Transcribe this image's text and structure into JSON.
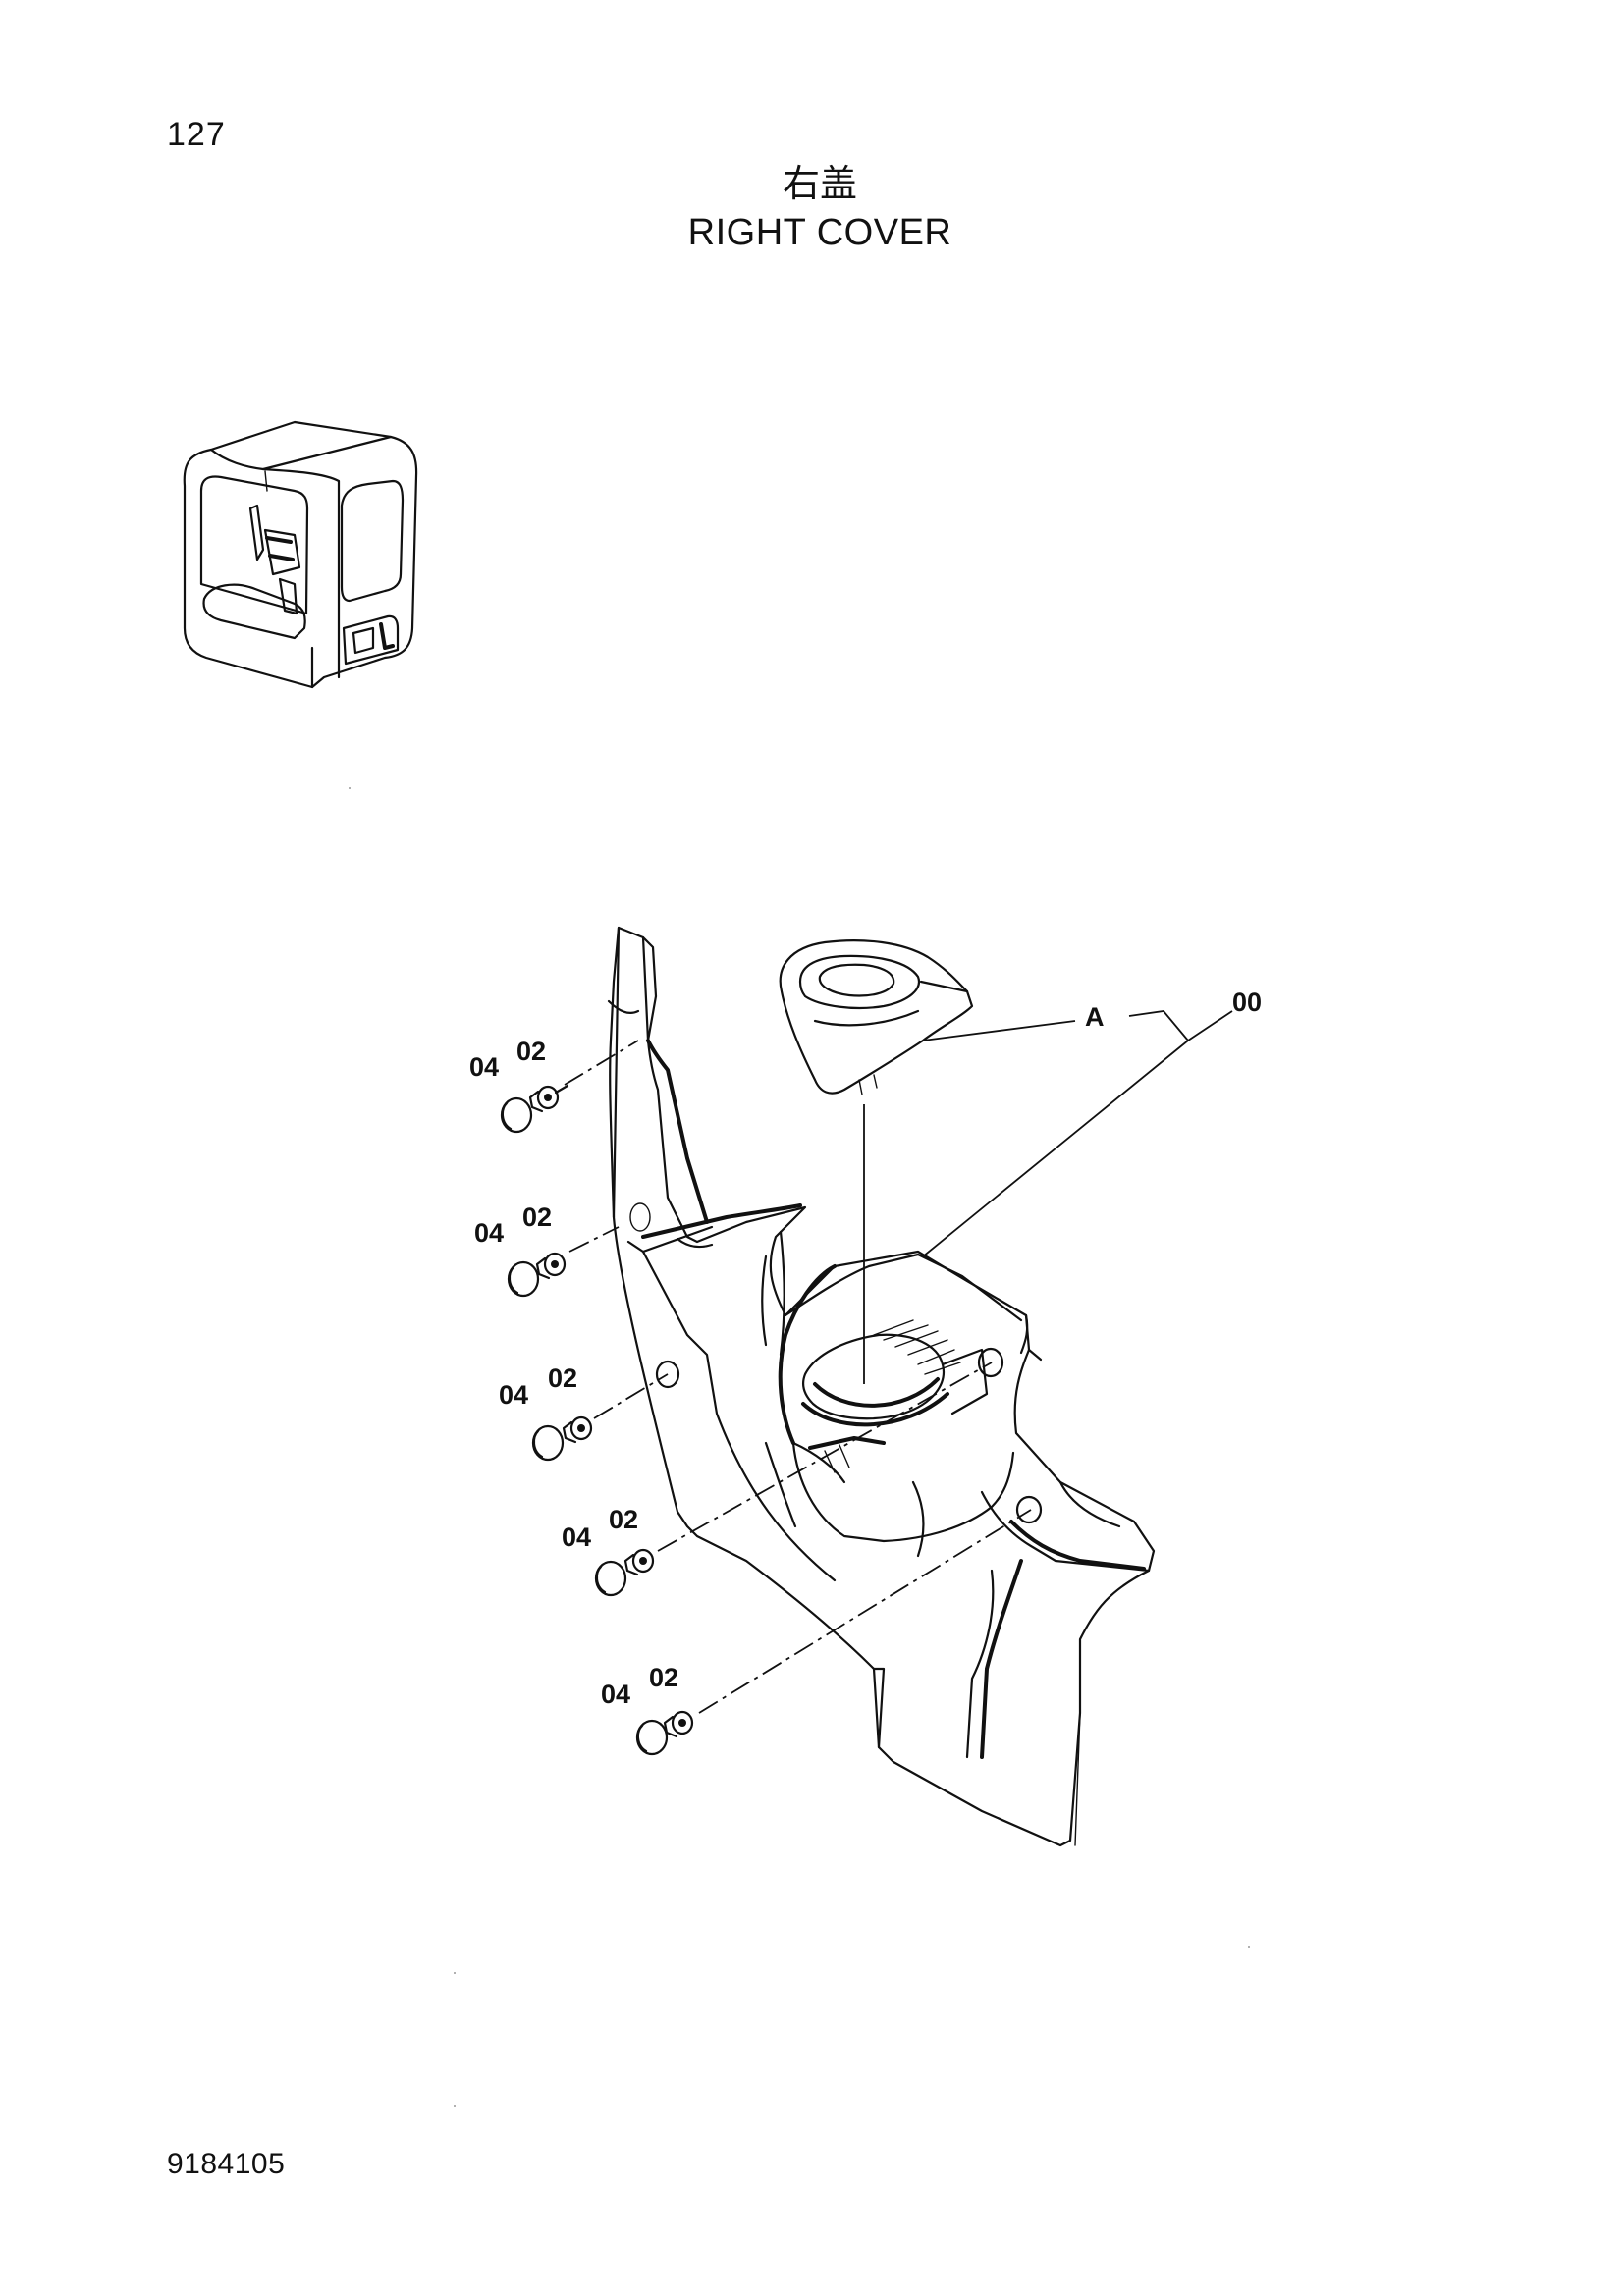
{
  "page_number": "127",
  "title": {
    "chinese": "右盖",
    "english": "RIGHT COVER"
  },
  "drawing_number": "9184105",
  "callouts": {
    "assembly": "00",
    "view_ref": "A",
    "screw": "02",
    "cap": "04"
  },
  "fastener_groups": [
    {
      "screw": "02",
      "cap": "04"
    },
    {
      "screw": "02",
      "cap": "04"
    },
    {
      "screw": "02",
      "cap": "04"
    },
    {
      "screw": "02",
      "cap": "04"
    },
    {
      "screw": "02",
      "cap": "04"
    }
  ],
  "icons": {
    "cab_locator": "cab-locator-icon",
    "cover_part": "right-cover-part-icon",
    "cup_holder": "cup-holder-part-icon",
    "screw": "screw-icon",
    "cap": "cap-icon"
  }
}
